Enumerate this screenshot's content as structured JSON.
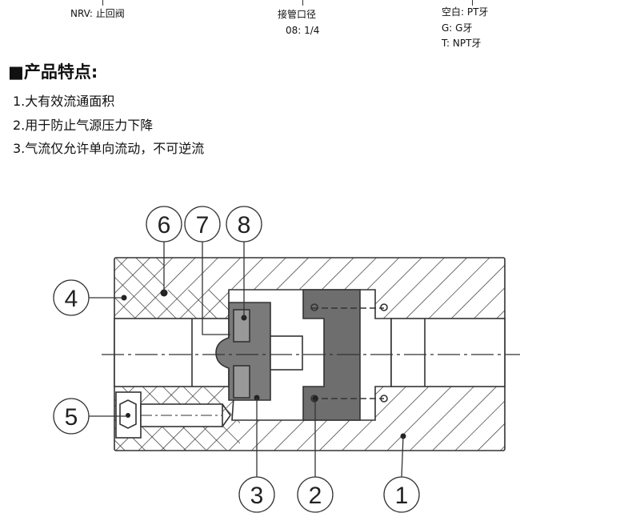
{
  "code_legend": {
    "type": "NRV: 止回阀",
    "port_size_title": "接管口径",
    "port_size_value": "08: 1/4",
    "thread_options": [
      "空白: PT牙",
      "G: G牙",
      "T: NPT牙"
    ]
  },
  "features": {
    "heading": "■产品特点:",
    "items": [
      "1.大有效流通面积",
      "2.用于防止气源压力下降",
      "3.气流仅允许单向流动，不可逆流"
    ]
  },
  "diagram": {
    "part_labels": [
      "1",
      "2",
      "3",
      "4",
      "5",
      "6",
      "7",
      "8"
    ],
    "colors": {
      "line": "#333333",
      "part_gray": "#7a7a7a",
      "sleeve_gray": "#6e6e6e"
    }
  }
}
